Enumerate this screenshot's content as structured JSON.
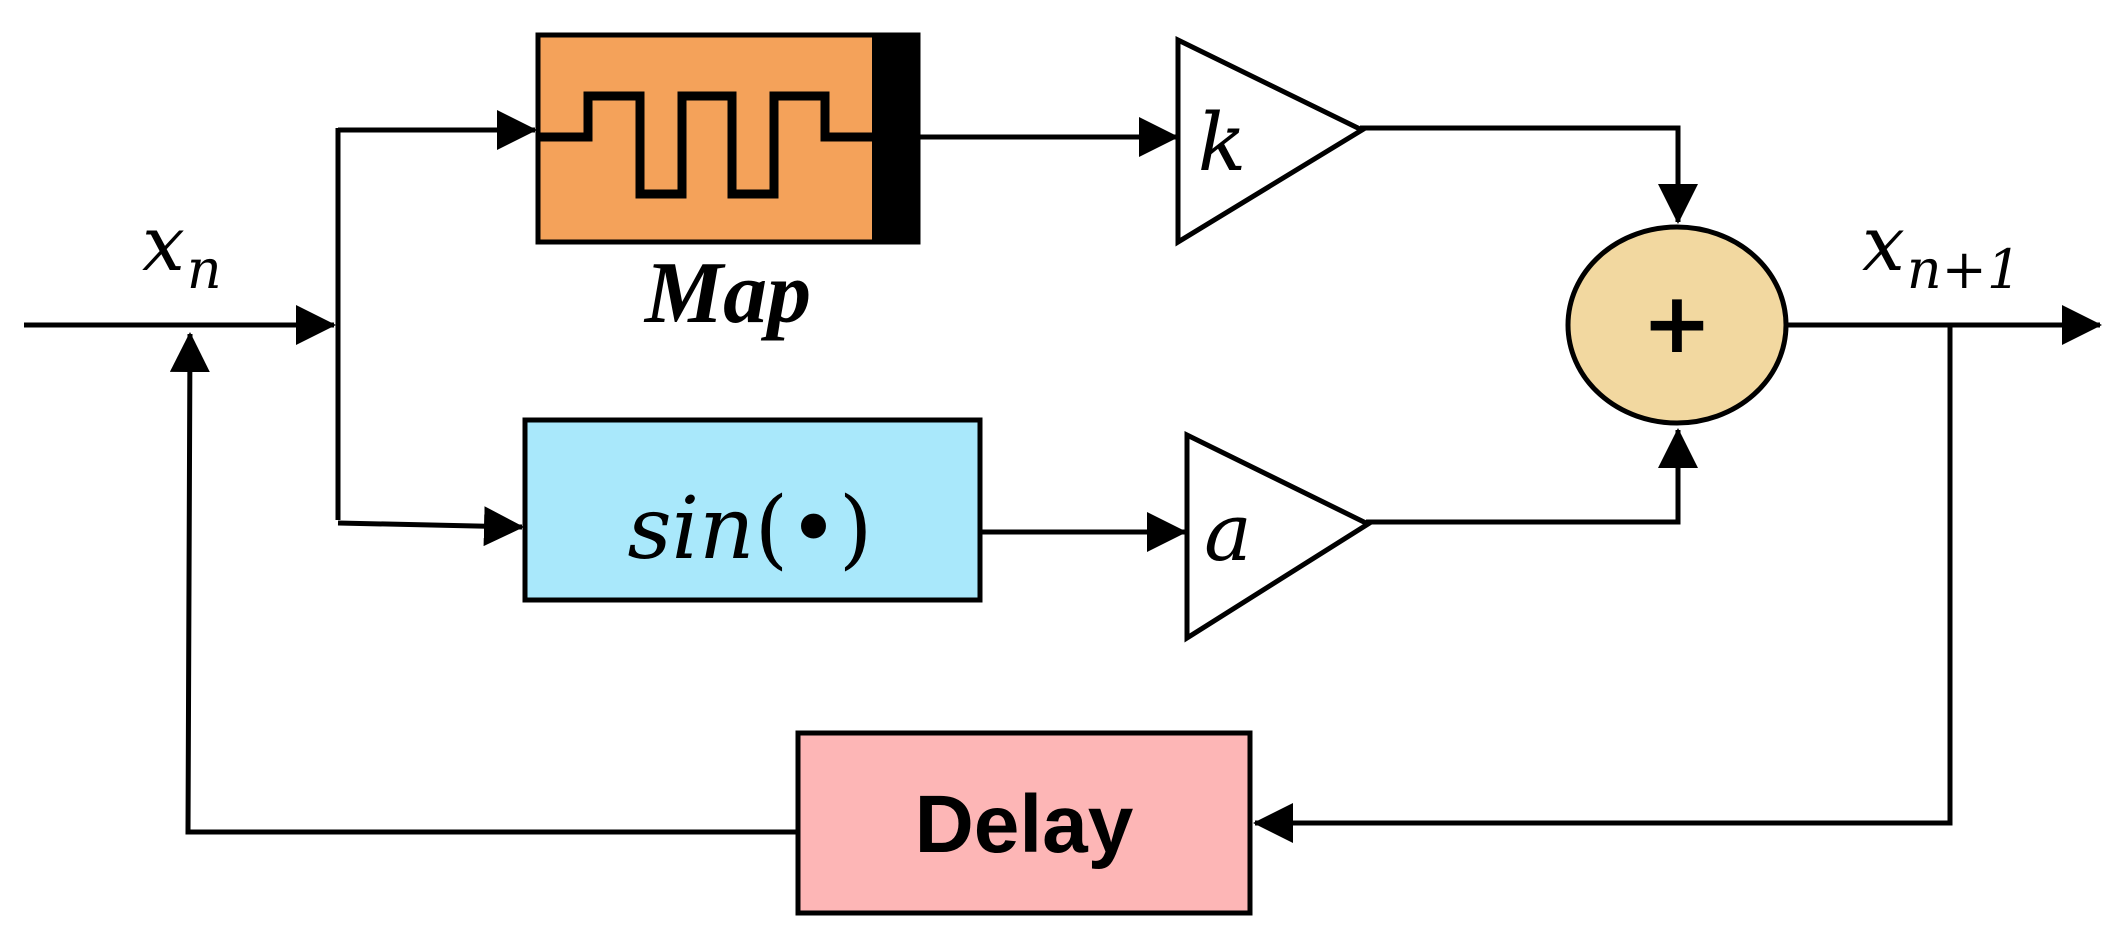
{
  "colors": {
    "map_block": "#f4a25a",
    "map_block_end": "#000000",
    "sin_block": "#a9e8fb",
    "delay_block": "#fdb6b6",
    "sum_node": "#f2d8a0",
    "gain": "#ffffff",
    "wire": "#000000"
  },
  "signals": {
    "input": "x",
    "input_sub": "n",
    "output": "x",
    "output_sub": "n+1"
  },
  "blocks": {
    "map": {
      "label": "Map",
      "icon": "square-wave-icon"
    },
    "sine": {
      "label_fn": "sin",
      "label_open": "(",
      "label_dot": "•",
      "label_close": ")"
    },
    "delay": {
      "label": "Delay"
    },
    "gain_k": {
      "label": "k"
    },
    "gain_a": {
      "label": "a"
    },
    "sum": {
      "label": "+"
    }
  }
}
